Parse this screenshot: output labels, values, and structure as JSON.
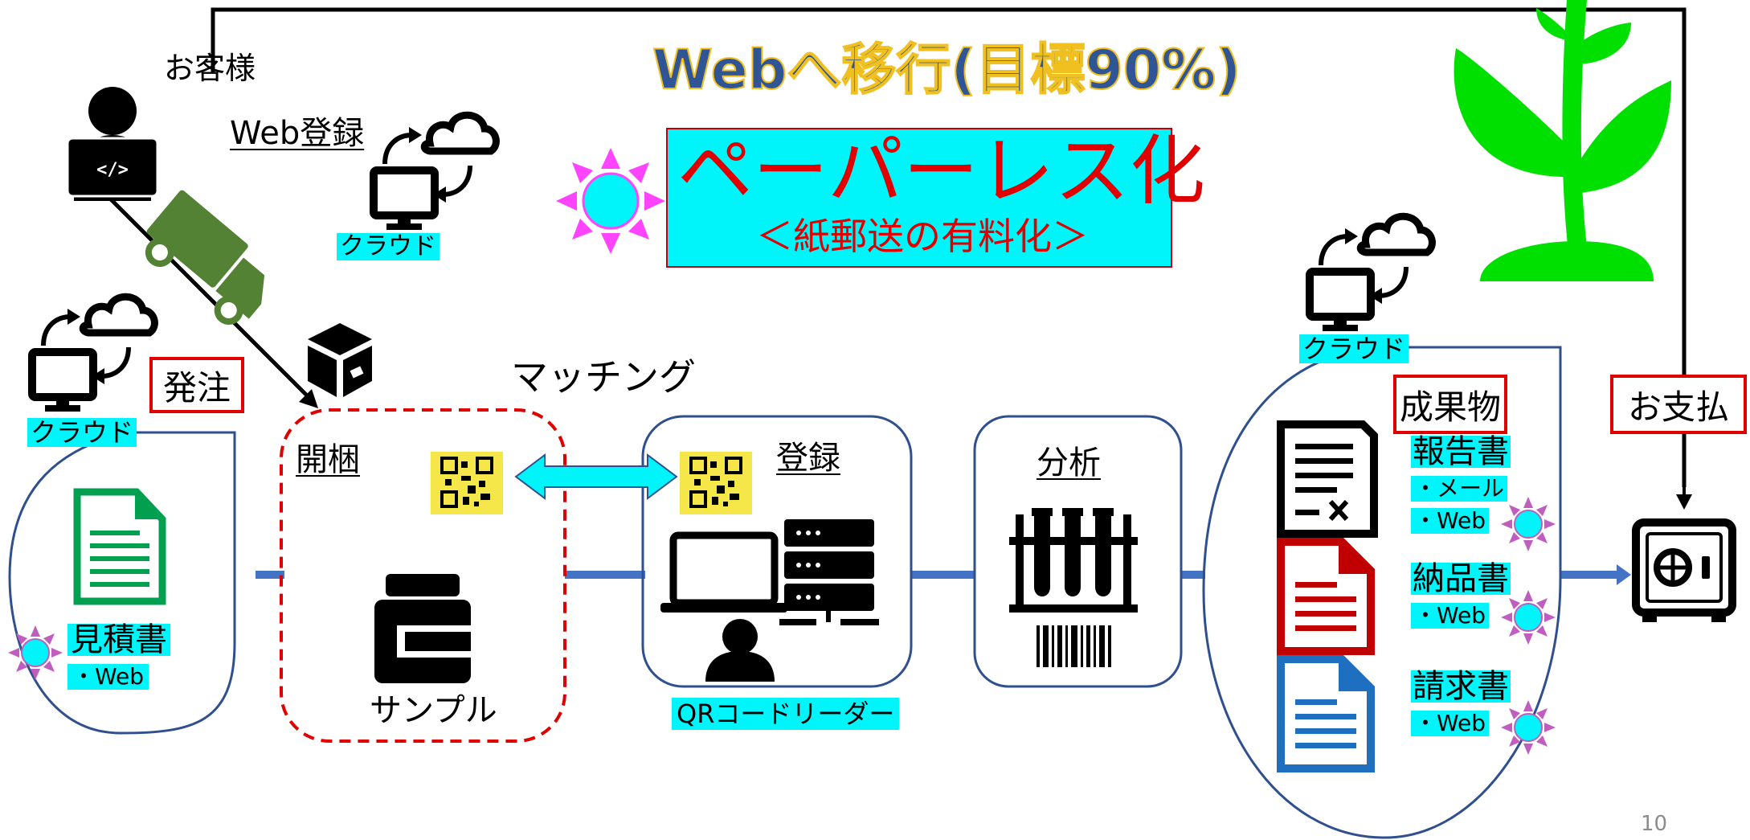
{
  "customer_label": "お客様",
  "web_register_label": "Web登録",
  "cloud_label": "クラウド",
  "headline": "Webへ移行(目標90%)",
  "paperless": {
    "title": "ペーパーレス化",
    "subtitle": "＜紙郵送の有料化＞"
  },
  "order_label": "発注",
  "quote": {
    "title": "見積書",
    "item": "・Web"
  },
  "unpack_label": "開梱",
  "sample_label": "サンプル",
  "matching_label": "マッチング",
  "register_label": "登録",
  "qr_reader_label": "QRコードリーダー",
  "analysis_label": "分析",
  "deliverables_label": "成果物",
  "report": {
    "title": "報告書",
    "items": [
      "・メール",
      "・Web"
    ]
  },
  "delivery_note": {
    "title": "納品書",
    "item": "・Web"
  },
  "invoice": {
    "title": "請求書",
    "item": "・Web"
  },
  "payment_label": "お支払",
  "page_number": "10",
  "colors": {
    "highlight_cyan": "#00f5fb",
    "accent_red": "#e00000",
    "line_blue": "#4472c4",
    "border_navy": "#2f4f8f",
    "headline_gold": "#f0c020",
    "headline_blue": "#2f5597",
    "plant_green": "#00e000",
    "truck_green": "#548235",
    "doc_green": "#00a050",
    "doc_red": "#c00000",
    "doc_blue": "#1f6fc0"
  }
}
